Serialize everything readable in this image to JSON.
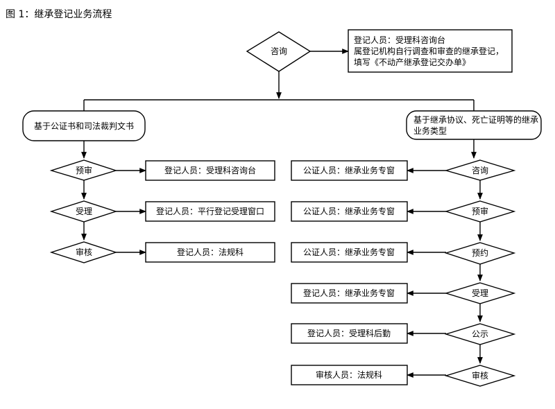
{
  "figure_caption": "图 1：继承登记业务流程",
  "nodes": {
    "consult_top": "咨询",
    "note_top": [
      "登记人员：受理科咨询台",
      "属登记机构自行调查和审查的继承登记，",
      "填写《不动产继承登记交办单》"
    ],
    "left_branch": "基于公证书和司法裁判文书",
    "right_branch": [
      "基于继承协议、死亡证明等的继承",
      "业务类型"
    ],
    "left_steps": [
      {
        "step": "预审",
        "note": "登记人员：受理科咨询台"
      },
      {
        "step": "受理",
        "note": "登记人员：平行登记受理窗口"
      },
      {
        "step": "审核",
        "note": "登记人员：法规科"
      }
    ],
    "right_steps": [
      {
        "step": "咨询",
        "note": "公证人员：继承业务专窗"
      },
      {
        "step": "预审",
        "note": "公证人员：继承业务专窗"
      },
      {
        "step": "预约",
        "note": "公证人员：继承业务专窗"
      },
      {
        "step": "受理",
        "note": "登记人员：继承业务专窗"
      },
      {
        "step": "公示",
        "note": "登记人员：受理科后勤"
      },
      {
        "step": "审核",
        "note": "审核人员：法规科"
      }
    ]
  }
}
